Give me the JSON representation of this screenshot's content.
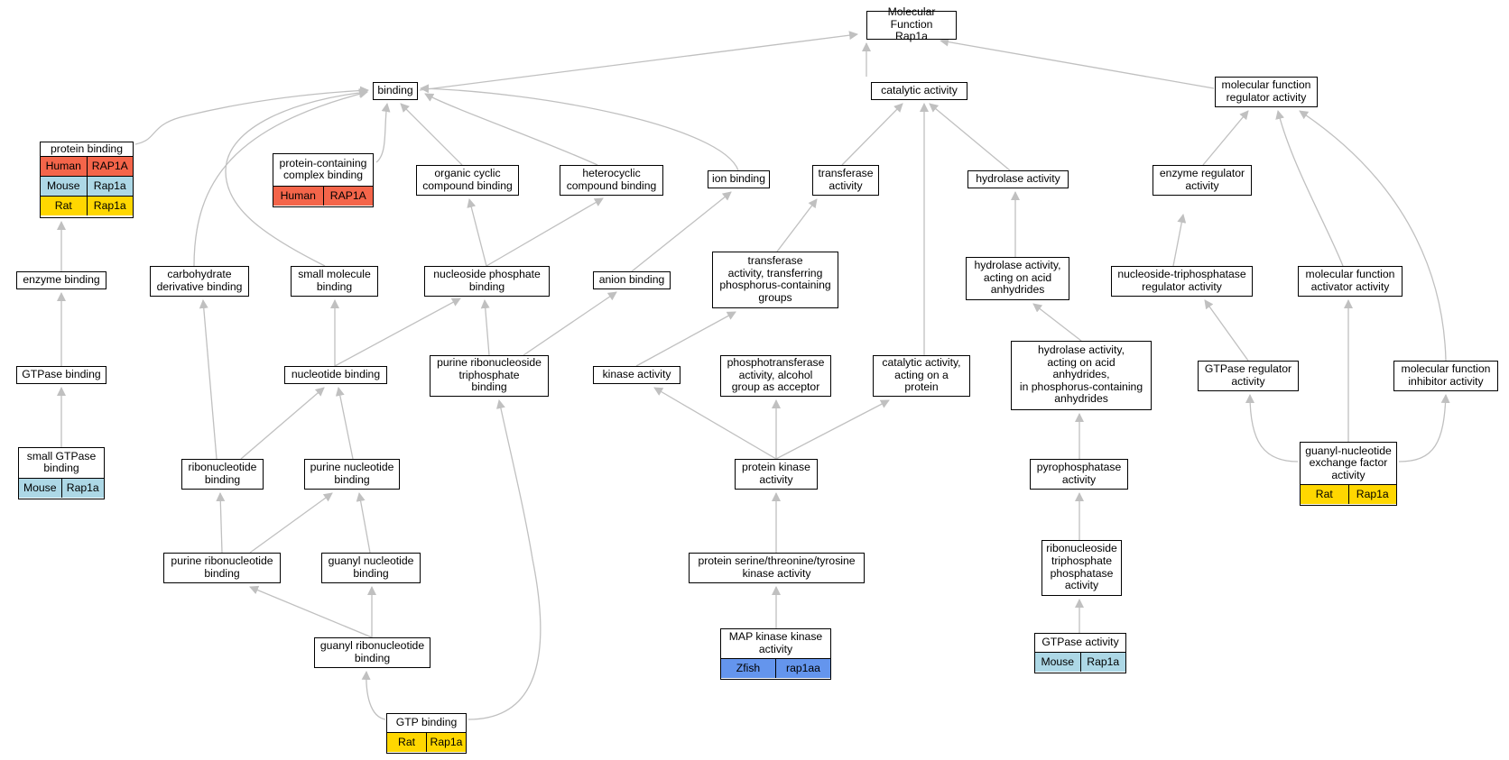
{
  "colors": {
    "edge": "#c0c0c0",
    "Human": "#f4654a",
    "Mouse": "#add8e6",
    "Rat": "#ffd700",
    "Zfish": "#6495ed"
  },
  "nodes": [
    {
      "id": "mf",
      "label": "Molecular Function\nRap1a"
    },
    {
      "id": "binding",
      "label": "binding"
    },
    {
      "id": "catalytic",
      "label": "catalytic activity"
    },
    {
      "id": "mfreg",
      "label": "molecular function\nregulator activity"
    },
    {
      "id": "protbind",
      "label": "protein binding",
      "species": [
        [
          "Human",
          "RAP1A"
        ],
        [
          "Mouse",
          "Rap1a"
        ],
        [
          "Rat",
          "Rap1a"
        ]
      ]
    },
    {
      "id": "pccb",
      "label": "protein-containing\ncomplex binding",
      "species": [
        [
          "Human",
          "RAP1A"
        ]
      ]
    },
    {
      "id": "occb",
      "label": "organic cyclic\ncompound binding"
    },
    {
      "id": "hccb",
      "label": "heterocyclic\ncompound binding"
    },
    {
      "id": "ionb",
      "label": "ion binding"
    },
    {
      "id": "transf",
      "label": "transferase\nactivity"
    },
    {
      "id": "hydro",
      "label": "hydrolase activity"
    },
    {
      "id": "enzreg",
      "label": "enzyme regulator\nactivity"
    },
    {
      "id": "enzb",
      "label": "enzyme binding"
    },
    {
      "id": "carbo",
      "label": "carbohydrate\nderivative binding"
    },
    {
      "id": "smallmol",
      "label": "small molecule\nbinding"
    },
    {
      "id": "nsphos",
      "label": "nucleoside phosphate\nbinding"
    },
    {
      "id": "anion",
      "label": "anion binding"
    },
    {
      "id": "transfP",
      "label": "transferase\nactivity, transferring\nphosphorus-containing\ngroups"
    },
    {
      "id": "hydroAcid",
      "label": "hydrolase activity,\nacting on acid\nanhydrides"
    },
    {
      "id": "ntpreg",
      "label": "nucleoside-triphosphatase\nregulator activity"
    },
    {
      "id": "mfact",
      "label": "molecular function\nactivator activity"
    },
    {
      "id": "gtpaseb",
      "label": "GTPase binding"
    },
    {
      "id": "nucb",
      "label": "nucleotide binding"
    },
    {
      "id": "prntpb",
      "label": "purine ribonucleoside\ntriphosphate\nbinding"
    },
    {
      "id": "kinase",
      "label": "kinase activity"
    },
    {
      "id": "phosAlc",
      "label": "phosphotransferase\nactivity, alcohol\ngroup as acceptor"
    },
    {
      "id": "catProt",
      "label": "catalytic activity,\nacting on a\nprotein"
    },
    {
      "id": "hydroAcidP",
      "label": "hydrolase activity,\nacting on acid\nanhydrides,\nin phosphorus-containing\nanhydrides"
    },
    {
      "id": "gtpreg",
      "label": "GTPase regulator\nactivity"
    },
    {
      "id": "mfinh",
      "label": "molecular function\ninhibitor activity"
    },
    {
      "id": "smgtpb",
      "label": "small GTPase\nbinding",
      "species": [
        [
          "Mouse",
          "Rap1a"
        ]
      ]
    },
    {
      "id": "ribonucb",
      "label": "ribonucleotide\nbinding"
    },
    {
      "id": "purnucb",
      "label": "purine nucleotide\nbinding"
    },
    {
      "id": "protkin",
      "label": "protein kinase\nactivity"
    },
    {
      "id": "pyro",
      "label": "pyrophosphatase\nactivity"
    },
    {
      "id": "gnef",
      "label": "guanyl-nucleotide\nexchange factor\nactivity",
      "species": [
        [
          "Rat",
          "Rap1a"
        ]
      ]
    },
    {
      "id": "prnb",
      "label": "purine ribonucleotide\nbinding"
    },
    {
      "id": "guanylnb",
      "label": "guanyl nucleotide\nbinding"
    },
    {
      "id": "stytk",
      "label": "protein serine/threonine/tyrosine\nkinase activity"
    },
    {
      "id": "rntpase",
      "label": "ribonucleoside\ntriphosphate\nphosphatase\nactivity"
    },
    {
      "id": "grnb",
      "label": "guanyl ribonucleotide\nbinding"
    },
    {
      "id": "mapkk",
      "label": "MAP kinase kinase\nactivity",
      "species": [
        [
          "Zfish",
          "rap1aa"
        ]
      ]
    },
    {
      "id": "gtpase",
      "label": "GTPase activity",
      "species": [
        [
          "Mouse",
          "Rap1a"
        ]
      ]
    },
    {
      "id": "gtpb",
      "label": "GTP binding",
      "species": [
        [
          "Rat",
          "Rap1a"
        ]
      ]
    }
  ]
}
